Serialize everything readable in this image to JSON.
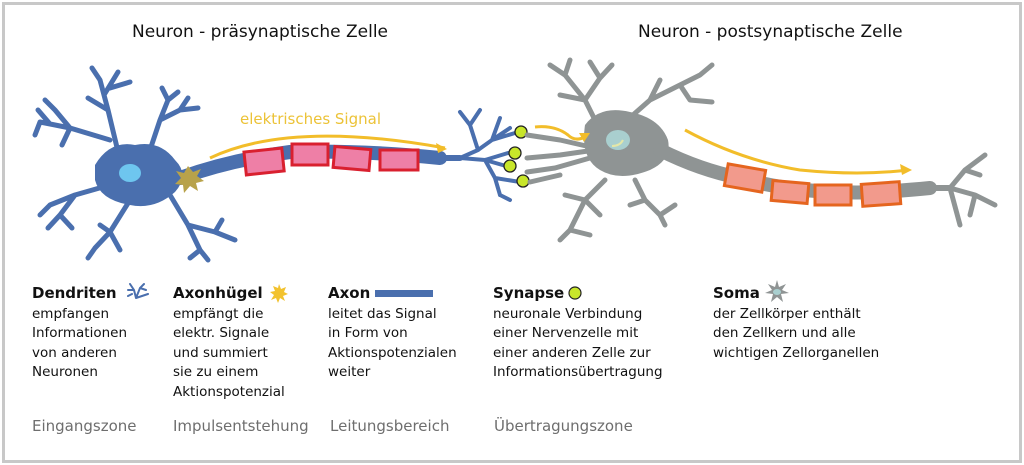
{
  "titles": {
    "presynaptic": "Neuron - präsynaptische Zelle",
    "postsynaptic": "Neuron - postsynaptische Zelle"
  },
  "signal_label": "elektrisches Signal",
  "colors": {
    "presynaptic_neuron": "#4a6fae",
    "postsynaptic_neuron": "#8f9494",
    "nucleus_pre": "#6ec6ef",
    "nucleus_post": "#a9cfcf",
    "axon_hillock": "#b8a24a",
    "myelin_pre_light": "#ee7fa6",
    "myelin_pre_dark": "#d9202f",
    "myelin_post_light": "#f29a8c",
    "myelin_post_dark": "#e5651f",
    "synapse": "#c8e62a",
    "signal_arrow": "#f2bd2a",
    "signal_text": "#ecc338",
    "zone_text": "#6e6e6e"
  },
  "legend": [
    {
      "term": "Dendriten",
      "icon": "dendrite-icon",
      "lines": [
        "empfangen",
        "Informationen",
        "von anderen",
        "Neuronen"
      ],
      "zone": "Eingangszone"
    },
    {
      "term": "Axonhügel",
      "icon": "axon-hillock-star-icon",
      "lines": [
        "empfängt die",
        "elektr. Signale",
        "und summiert",
        "sie zu einem",
        "Aktionspotenzial"
      ],
      "zone": "Impulsentstehung"
    },
    {
      "term": "Axon",
      "icon": "axon-bar-icon",
      "lines": [
        "leitet das Signal",
        "in Form von",
        "Aktionspotenzialen",
        "weiter"
      ],
      "zone": "Leitungsbereich"
    },
    {
      "term": "Synapse",
      "icon": "synapse-circle-icon",
      "lines": [
        "neuronale Verbindung",
        "einer Nervenzelle mit",
        "einer anderen Zelle zur",
        "Informationsübertragung"
      ],
      "zone": "Übertragungszone"
    },
    {
      "term": "Soma",
      "icon": "soma-icon",
      "lines": [
        "der Zellkörper enthält",
        "den Zellkern und alle",
        "wichtigen Zellorganellen"
      ],
      "zone": ""
    }
  ]
}
